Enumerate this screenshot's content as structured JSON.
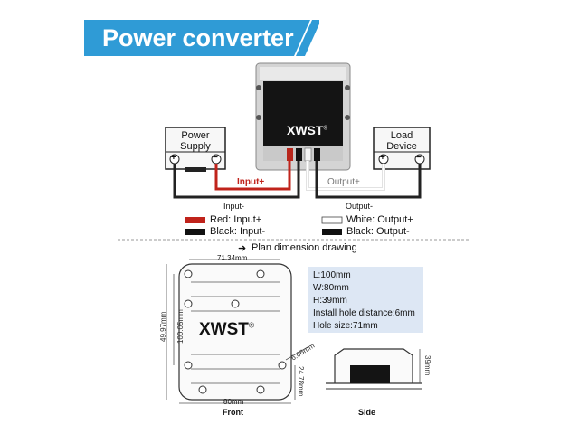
{
  "banner": {
    "title": "Power converter",
    "color": "#2f9bd6"
  },
  "converter": {
    "brand": "XWST",
    "mark": "®"
  },
  "power_supply": {
    "label_line1": "Power",
    "label_line2": "Supply",
    "plus": "+",
    "minus": "−"
  },
  "load_device": {
    "label_line1": "Load",
    "label_line2": "Device",
    "plus": "+",
    "minus": "−"
  },
  "wires": {
    "input_plus": "Input+",
    "input_minus": "Input-",
    "output_plus": "Output+",
    "output_minus": "Output-",
    "red": "#c0231b",
    "black": "#111111",
    "white": "#ffffff"
  },
  "legend": [
    {
      "swatch": "red",
      "text": "Red: Input+"
    },
    {
      "swatch": "black",
      "text": "Black: Input-"
    },
    {
      "swatch": "white",
      "text": "White: Output+"
    },
    {
      "swatch": "black",
      "text": "Black: Output-"
    }
  ],
  "section": {
    "title": "Plan dimension drawing"
  },
  "dimensions": {
    "length": "L:100mm",
    "width": "W:80mm",
    "height": "H:39mm",
    "install": "Install hole distance:6mm",
    "hole": "Hole size:71mm"
  },
  "front_view": {
    "label": "Front",
    "brand": "XWST",
    "mark": "®",
    "dim_top": "71.34mm",
    "dim_bottom": "80mm",
    "dim_left_outer": "49.97mm",
    "dim_left_inner": "100.05mm",
    "dim_hole": "6.06mm",
    "dim_right": "24.78mm"
  },
  "side_view": {
    "label": "Side",
    "dim_height": "39mm"
  }
}
